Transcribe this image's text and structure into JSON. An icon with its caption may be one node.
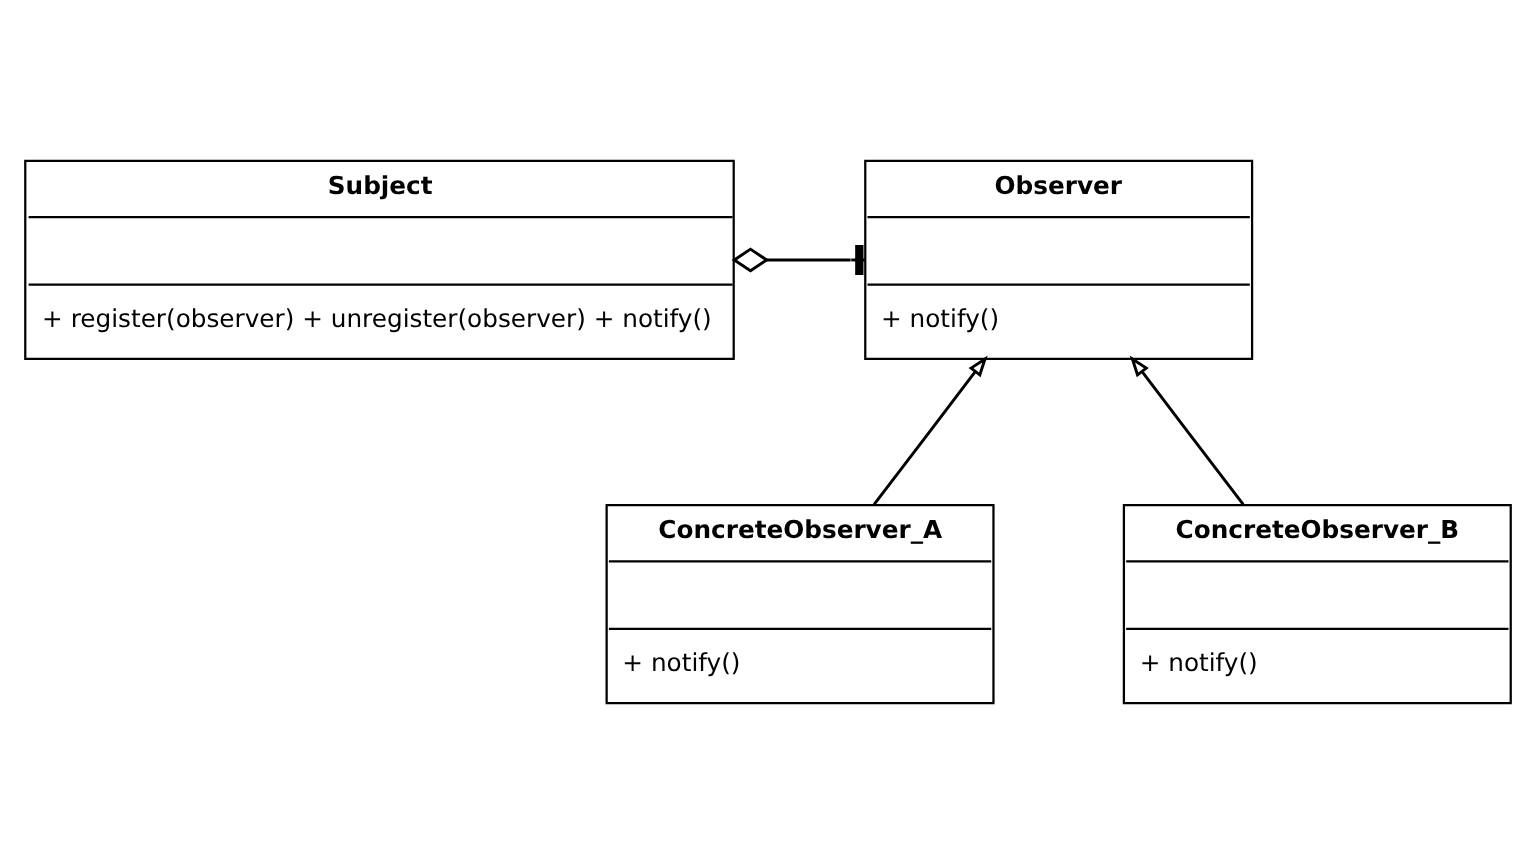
{
  "diagram": {
    "nodes": [
      {
        "text": [
          "Subject",
          "+ register(observer) + unregister(observer) + notify()"
        ]
      },
      {
        "text": [
          "Observer",
          "+ notify()"
        ]
      },
      {
        "text": [
          "ConcreteObserver_A",
          "+ notify()"
        ]
      },
      {
        "text": [
          "ConcreteObserver_B",
          "+ notify()"
        ]
      }
    ],
    "edges": [
      {
        "from": 0,
        "to": 1,
        "arrow": "other"
      },
      {
        "from": 2,
        "to": 1,
        "arrow": "to"
      },
      {
        "from": 3,
        "to": 1,
        "arrow": "to"
      }
    ]
  }
}
